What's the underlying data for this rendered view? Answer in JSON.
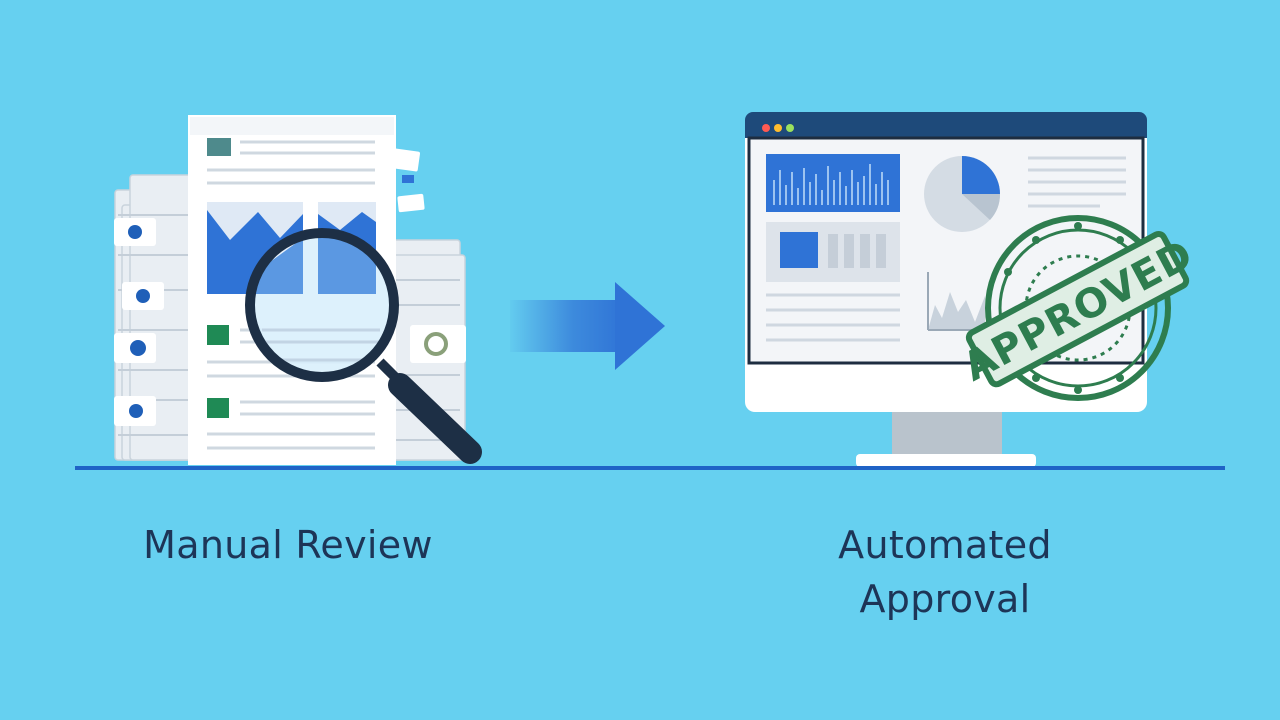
{
  "left_label": "Manual Review",
  "right_label_line1": "Automated",
  "right_label_line2": "Approval",
  "stamp_text": "APPROVED",
  "colors": {
    "background": "#66d0f0",
    "baseline": "#1f63c6",
    "accent_blue": "#2f73d6",
    "stamp_green": "#2e7d4f",
    "text": "#1d3557"
  },
  "icons": [
    "document-stack-icon",
    "magnifying-glass-icon",
    "arrow-right-icon",
    "monitor-icon",
    "approved-stamp-icon"
  ]
}
